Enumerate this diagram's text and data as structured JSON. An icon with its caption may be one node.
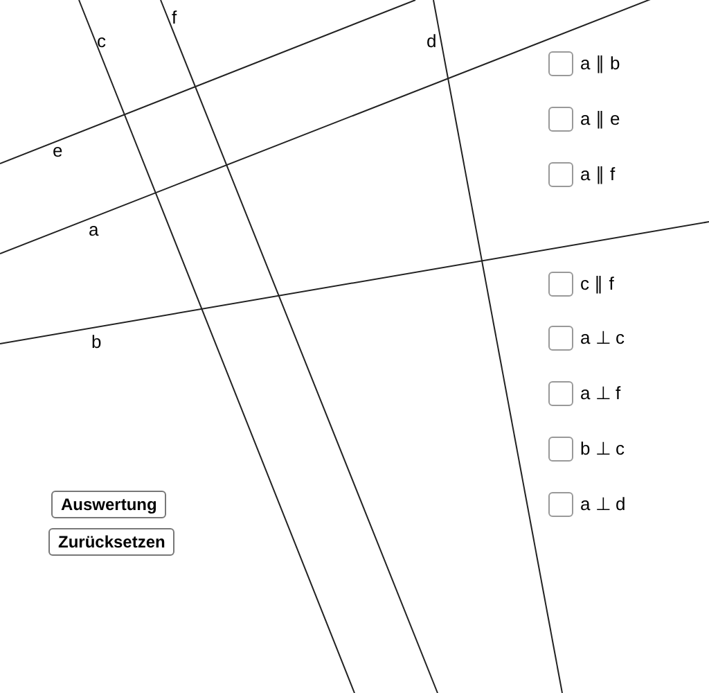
{
  "diagram": {
    "labels": [
      "f",
      "c",
      "d",
      "e",
      "a",
      "b",
      "a ∥ b",
      "a ∥ e",
      "a ∥ f",
      "c ∥ f",
      "a ⊥ c",
      "a ⊥ f",
      "b ⊥ c",
      "a ⊥ d",
      "Auswertung",
      "Zurücksetzen"
    ]
  }
}
